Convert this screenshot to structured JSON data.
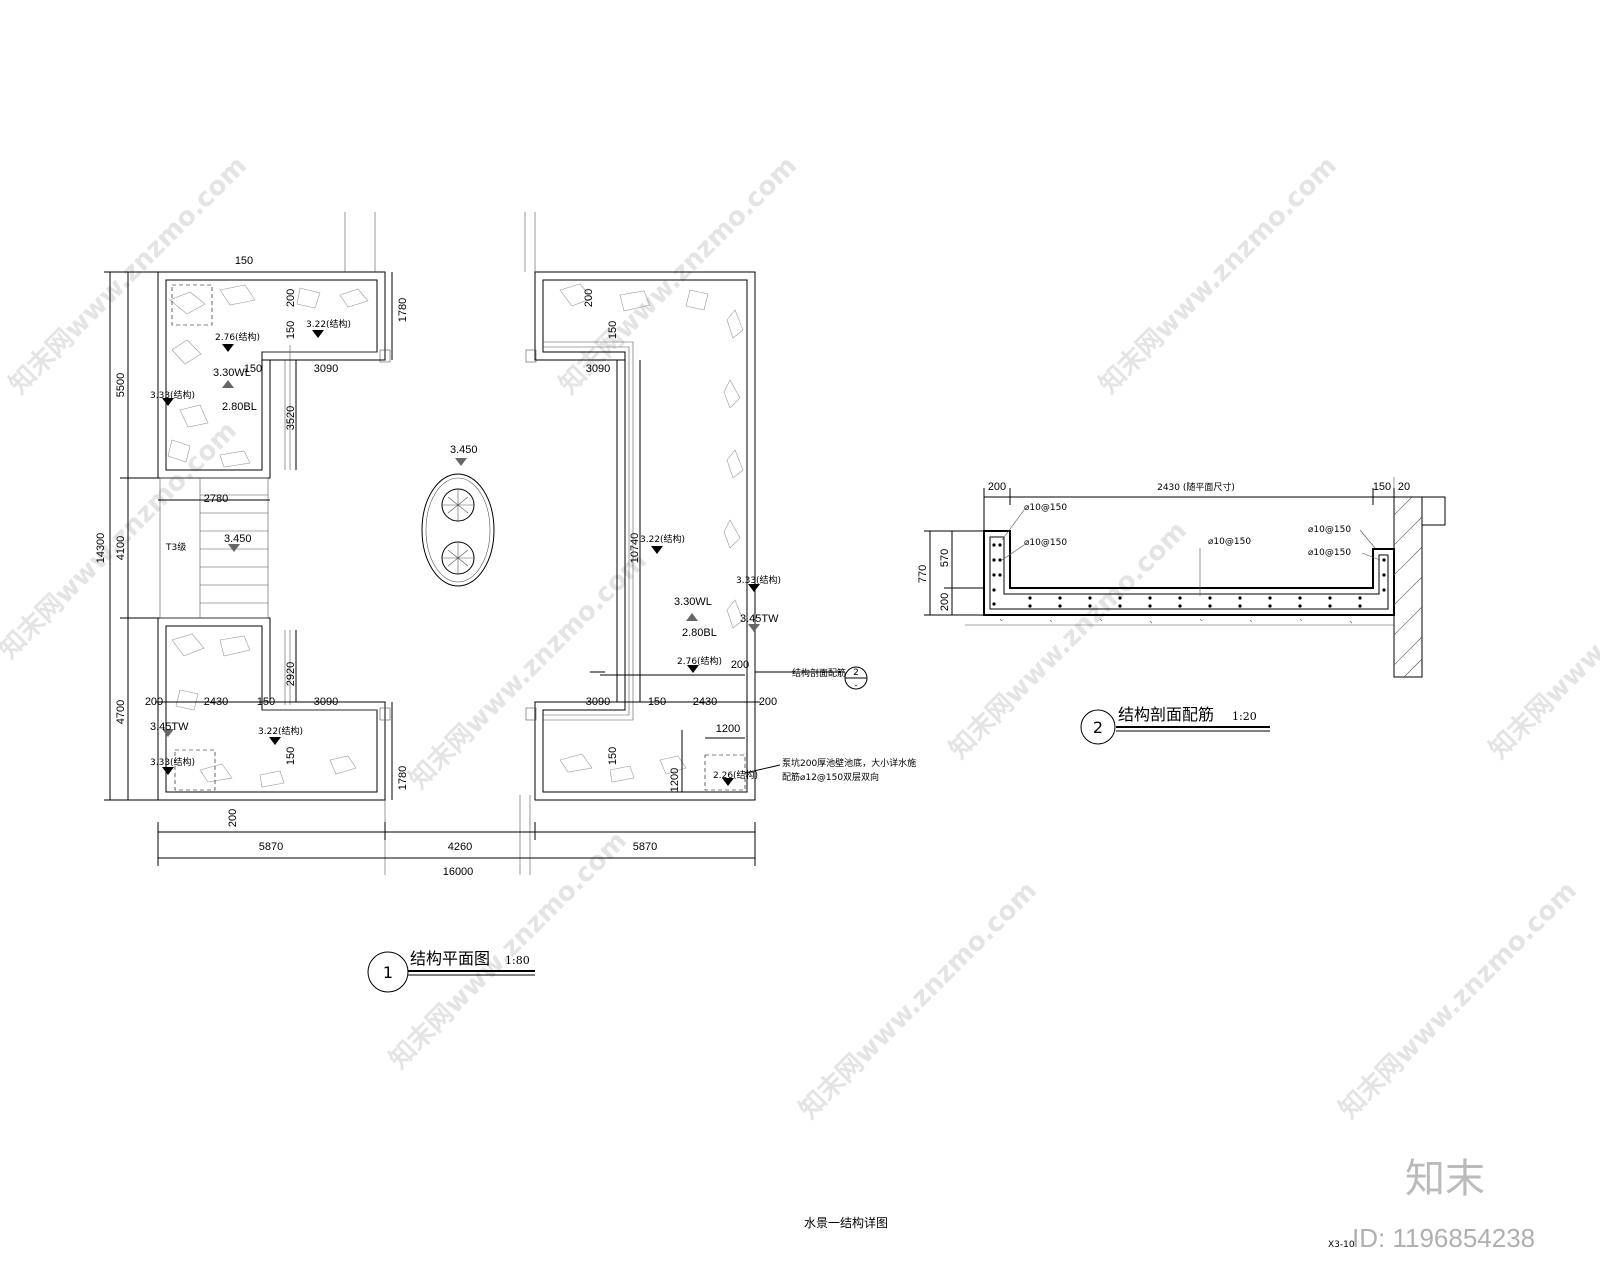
{
  "watermarks": [
    "知末网www.znzmo.com"
  ],
  "brand": {
    "logo": "知末",
    "id": "ID: 1196854238"
  },
  "drawing_title": "水景一结构详图",
  "sheet_no": "X3-10",
  "plan": {
    "marker": "1",
    "title": "结构平面图",
    "scale": "1:80",
    "dims": {
      "total_width": "16000",
      "left_width": "5870",
      "middle_width": "4260",
      "right_width": "5870",
      "total_height": "14300",
      "top_height": "5500",
      "mid_height": "4100",
      "bottom_height": "4700",
      "d200": "200",
      "d150": "150",
      "d3090": "3090",
      "d2430": "2430",
      "d1780": "1780",
      "d3520": "3520",
      "d2780": "2780",
      "d2920": "2920",
      "d10740": "10740",
      "d1200": "1200"
    },
    "levels": {
      "l322s": "3.22(结构)",
      "l276s": "2.76(结构)",
      "l330wl": "3.30WL",
      "l280bl": "2.80BL",
      "l333s": "3.33(结构)",
      "l3450": "3.450",
      "l345tw": "3.45TW",
      "l226s": "2.26(结构)"
    },
    "stair_label": "T3级",
    "section_ref_text": "结构剖面配筋",
    "section_ref_num": "2",
    "section_ref_sheet": "-",
    "note_line1": "泵坑200厚池壁池底，大小详水施",
    "note_line2": "配筋⌀12@150双层双向"
  },
  "section": {
    "marker": "2",
    "title": "结构剖面配筋",
    "scale": "1:20",
    "dims": {
      "d200": "200",
      "d2430": "2430 (随平面尺寸)",
      "d150": "150",
      "d20": "20",
      "d770": "770",
      "d570": "570",
      "d200b": "200"
    },
    "rebar": {
      "r1": "⌀10@150",
      "r2": "⌀10@150",
      "r3": "⌀10@150",
      "r4": "⌀10@150",
      "r5": "⌀10@150"
    }
  }
}
